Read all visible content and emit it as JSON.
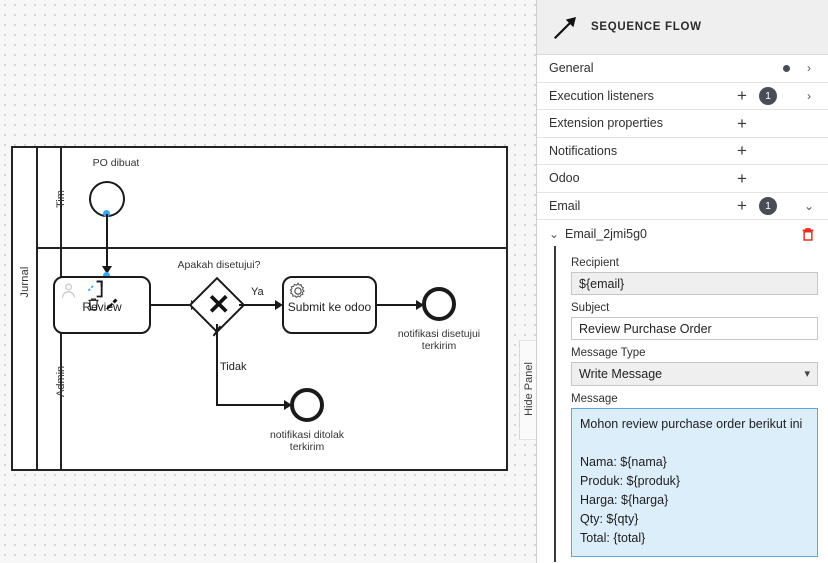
{
  "canvas": {
    "hide_panel_label": "Hide Panel",
    "pool_title": "Jurnal",
    "lanes": [
      {
        "label": "Tim"
      },
      {
        "label": "Admin"
      }
    ],
    "elements": {
      "start_event_label": "PO dibuat",
      "review_task_label": "Review",
      "gateway_label": "Apakah disetujui?",
      "gateway_symbol": "✕",
      "flow_yes_label": "Ya",
      "flow_no_label": "Tidak",
      "service_task_label": "Submit ke odoo",
      "end_approved_label": "notifikasi disetujui\nterkirim",
      "end_rejected_label": "notifikasi ditolak\nterkirim"
    },
    "context_pad": {
      "user_icon": "user-task-icon",
      "delete_icon": "trash-icon",
      "wrench_icon": "wrench-icon",
      "bracket_icon": "bracket-icon"
    }
  },
  "panel": {
    "header": {
      "icon": "sequence-flow-arrow-icon",
      "title": "SEQUENCE FLOW"
    },
    "groups": [
      {
        "label": "General",
        "plus": "",
        "badge": "",
        "dot": true,
        "caret": "›"
      },
      {
        "label": "Execution listeners",
        "plus": "+",
        "badge": "1",
        "dot": false,
        "caret": "›"
      },
      {
        "label": "Extension properties",
        "plus": "+",
        "badge": "",
        "dot": false,
        "caret": ""
      },
      {
        "label": "Notifications",
        "plus": "+",
        "badge": "",
        "dot": false,
        "caret": ""
      },
      {
        "label": "Odoo",
        "plus": "+",
        "badge": "",
        "dot": false,
        "caret": ""
      },
      {
        "label": "Email",
        "plus": "+",
        "badge": "1",
        "dot": false,
        "caret": "⌄"
      }
    ],
    "entry": {
      "caret": "⌄",
      "name": "Email_2jmi5g0",
      "delete_icon": "trash-icon",
      "delete_color": "#e8291c",
      "fields": {
        "recipient_label": "Recipient",
        "recipient_value": "${email}",
        "subject_label": "Subject",
        "subject_value": "Review Purchase Order",
        "message_type_label": "Message Type",
        "message_type_value": "Write Message",
        "message_type_options": [
          "Write Message"
        ],
        "message_label": "Message",
        "message_value": "Mohon review purchase order berikut ini\n\nNama: ${nama}\nProduk: ${produk}\nHarga: ${harga}\nQty: ${qty}\nTotal: {total}"
      }
    }
  },
  "colors": {
    "panel_header_bg": "#efefef",
    "badge_bg": "#4a4d58",
    "textarea_bg": "#ddeefb",
    "textarea_border": "#5ba8dd",
    "anchor_blue": "#3aa6f0",
    "shape_stroke": "#1a1a1a"
  }
}
